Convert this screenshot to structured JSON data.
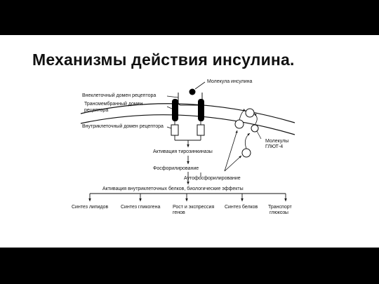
{
  "slide": {
    "title": "Механизмы действия инсулина."
  },
  "diagram": {
    "insulin_molecule": "Молекула инсулина",
    "extracellular_domain": "Внеклеточный домен рецептора",
    "transmembrane_domain_line1": "Трансмембранный домен",
    "transmembrane_domain_line2": "рецептора",
    "intracellular_domain": "Внутриклеточный домен рецептора",
    "glut4_line1": "Молекулы",
    "glut4_line2": "ГЛЮТ-4",
    "tyrosine_kinase": "Активация тирозинкиназы",
    "phosphorylation": "Фосфорилирование",
    "autophosphorylation": "Аутофосфорилирование",
    "protein_activation": "Активация внутриклеточных белков, биологические эффекты",
    "effects": [
      {
        "line1": "Синтез липидов",
        "line2": ""
      },
      {
        "line1": "Синтез гликогена",
        "line2": ""
      },
      {
        "line1": "Рост и экспрессия",
        "line2": "генов"
      },
      {
        "line1": "Синтез белков",
        "line2": ""
      },
      {
        "line1": "Транспорт",
        "line2": "глюкозы"
      }
    ]
  }
}
